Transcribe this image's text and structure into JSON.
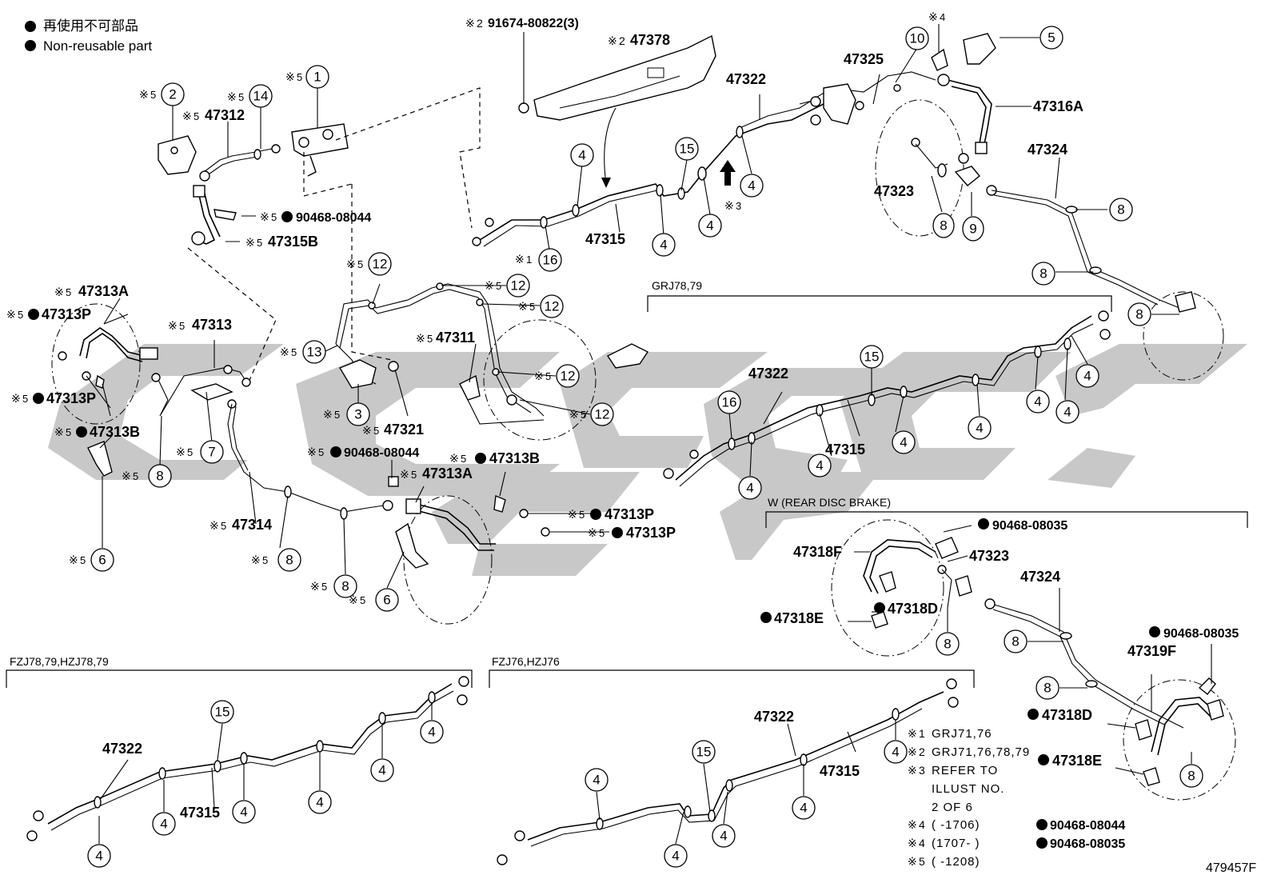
{
  "legend": {
    "jp": "再使用不可部品",
    "en": "Non-reusable part"
  },
  "marker": "※",
  "parts": {
    "p47378": "47378",
    "p91674": "91674-80822(3)",
    "p47325": "47325",
    "p47322": "47322",
    "p47316A": "47316A",
    "p47324": "47324",
    "p47323": "47323",
    "p47315": "47315",
    "p47312": "47312",
    "p90468_08044": "90468-08044",
    "p47315B": "47315B",
    "p47313A": "47313A",
    "p47313P": "47313P",
    "p47313": "47313",
    "p47313B": "47313B",
    "p47311": "47311",
    "p47321": "47321",
    "p47314": "47314",
    "p47318F": "47318F",
    "p90468_08035": "90468-08035",
    "p47318E": "47318E",
    "p47318D": "47318D",
    "p47319F": "47319F",
    "diagram_id": "479457F"
  },
  "sections": {
    "grj": "GRJ78,79",
    "rear_disc": "W (REAR DISC BRAKE)",
    "fzj7879": "FZJ78,79,HZJ78,79",
    "fzj76": "FZJ76,HZJ76"
  },
  "notes": {
    "n1": "GRJ71,76",
    "n2": "GRJ71,76,78,79",
    "n3a": "REFER TO",
    "n3b": "ILLUST NO.",
    "n3c": "2 OF 6",
    "n4a_range": "(      -1706)",
    "n4a_part": "90468-08044",
    "n4b_range": "(1707-      )",
    "n4b_part": "90468-08035",
    "n5_range": "(      -1208)"
  },
  "refs": {
    "r1": "1",
    "r2": "2",
    "r3": "3",
    "r4": "4",
    "r5": "5",
    "r6": "6",
    "r7": "7",
    "r8": "8",
    "r9": "9",
    "r10": "10",
    "r12": "12",
    "r13": "13",
    "r14": "14",
    "r15": "15",
    "r16": "16"
  },
  "colors": {
    "watermark": "#c8c8c8",
    "line": "#000000"
  }
}
